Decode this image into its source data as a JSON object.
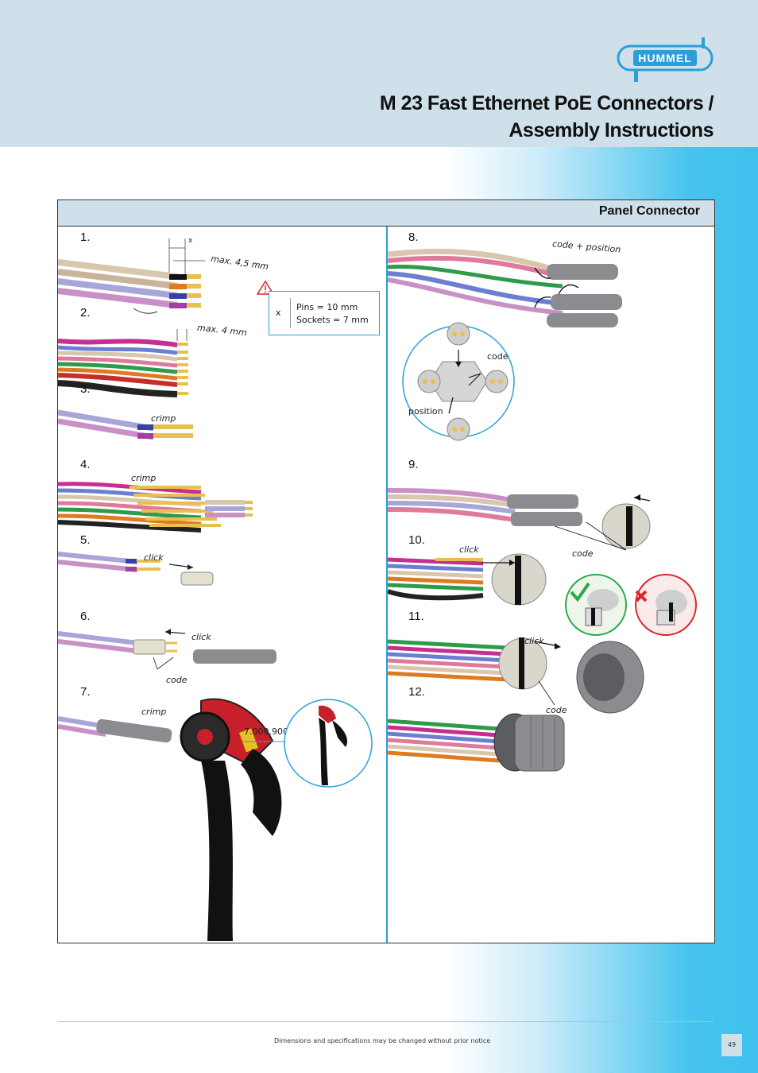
{
  "brand": "HUMMEL",
  "title": {
    "line1": "M 23 Fast Ethernet PoE Connectors /",
    "line2": "Assembly Instructions"
  },
  "panel": {
    "title": "Panel Connector"
  },
  "steps": [
    "1.",
    "2.",
    "3.",
    "4.",
    "5.",
    "6.",
    "7.",
    "8.",
    "9.",
    "10.",
    "11.",
    "12."
  ],
  "labels": {
    "x": "x",
    "max45": "max. 4,5 mm",
    "max4": "max. 4 mm",
    "crimp": "crimp",
    "click": "click",
    "code": "code",
    "code_position": "code + position",
    "position": "position",
    "tool_number": "7.000.900.906"
  },
  "note": {
    "x": "x",
    "pins": "Pins = 10 mm",
    "sockets": "Sockets = 7 mm"
  },
  "footer": {
    "text": "Dimensions and specifications may be changed without prior notice",
    "page": "49"
  },
  "colors": {
    "header_bg": "#cfe0ea",
    "accent_blue": "#2a9fd8",
    "ok_green": "#2aa84a",
    "wrong_red": "#d9262c",
    "tool_red": "#c8202a"
  }
}
